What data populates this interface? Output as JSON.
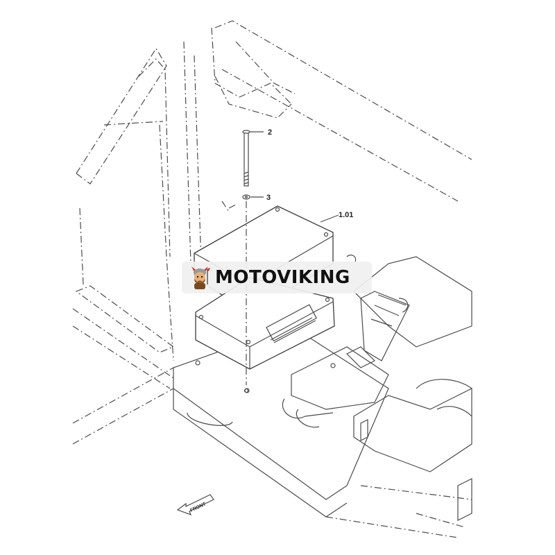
{
  "callouts": {
    "bolt": "2",
    "washer": "3",
    "control_unit": "1.01"
  },
  "front_arrow_label": "FRONT",
  "watermark": {
    "brand_text": "MOTOVIKING",
    "logo_icon": "viking-mascot-icon"
  },
  "colors": {
    "line": "#4a4a4a",
    "watermark_bg": "#f0f0f0",
    "watermark_text": "#111111",
    "logo_accent": "#c0392b",
    "logo_body": "#8a5a2b"
  }
}
